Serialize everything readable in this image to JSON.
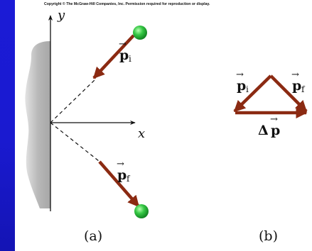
{
  "copyright": "Copyright © The McGraw-Hill Companies, Inc. Permission required for reproduction or display.",
  "panel_a": {
    "caption": "(a)",
    "y_axis_label": "y",
    "x_axis_label": "x",
    "p_initial_label": {
      "symbol": "p",
      "subscript": "i"
    },
    "p_final_label": {
      "symbol": "p",
      "subscript": "f"
    }
  },
  "panel_b": {
    "caption": "(b)",
    "p_initial_label": {
      "symbol": "p",
      "subscript": "i"
    },
    "p_final_label": {
      "symbol": "p",
      "subscript": "f"
    },
    "delta_p_label": {
      "prefix": "Δ",
      "symbol": "p"
    }
  },
  "colors": {
    "background": "#1b1bd6",
    "panel": "#ffffff",
    "arrow": "#8b2a12",
    "ball": "#22b33a",
    "wall": "#b8b8b8"
  }
}
